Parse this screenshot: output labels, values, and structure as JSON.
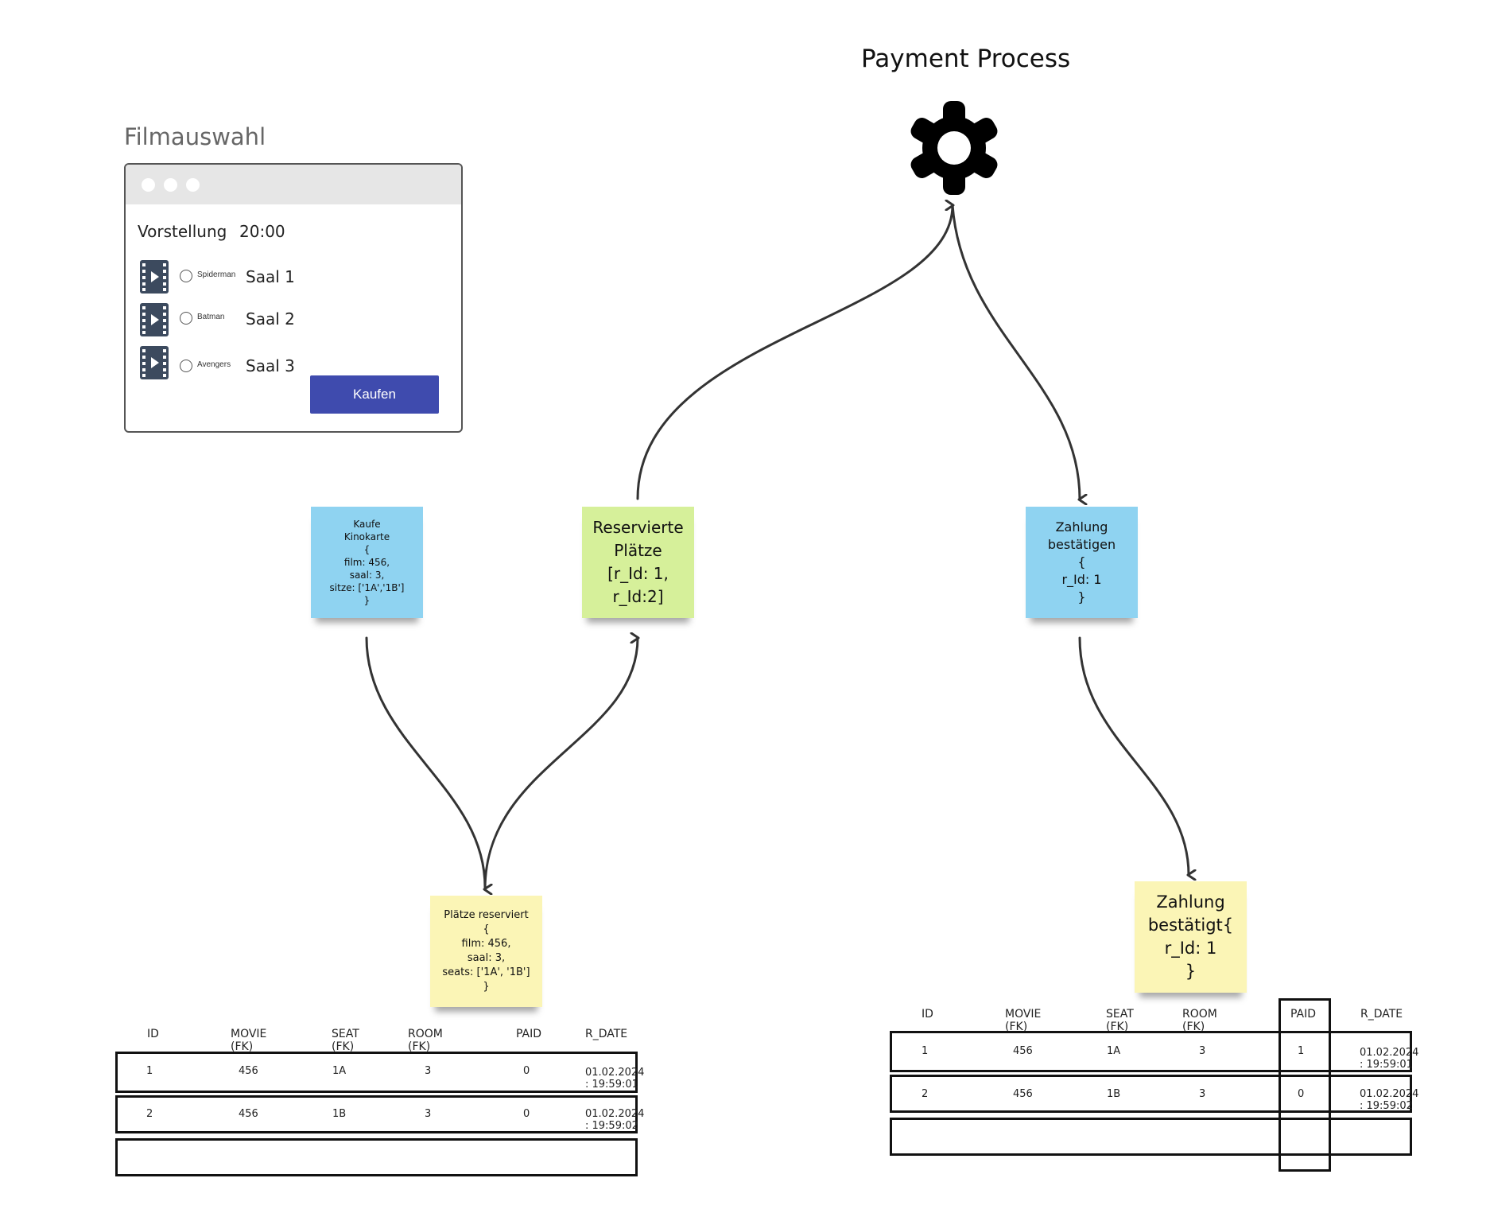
{
  "payment_process": {
    "title": "Payment Process",
    "icon": "gear-icon"
  },
  "frame": {
    "title": "Filmauswahl",
    "vorstellung_label": "Vorstellung",
    "time": "20:00",
    "options": [
      {
        "movie": "Spiderman",
        "saal": "Saal 1"
      },
      {
        "movie": "Batman",
        "saal": "Saal 2"
      },
      {
        "movie": "Avengers",
        "saal": "Saal 3"
      }
    ],
    "buy_button": "Kaufen"
  },
  "notes": {
    "kaufe": "Kaufe\nKinokarte\n{\nfilm: 456,\nsaal: 3,\nsitze: ['1A','1B']\n}",
    "reserviert": "Reservierte\nPlätze\n[r_Id: 1,\nr_Id:2]",
    "zahlung_bestaetigen": "Zahlung\nbestätigen\n{\nr_Id: 1\n}",
    "plaetze_reserviert": "Plätze reserviert\n{\nfilm: 456,\nsaal: 3,\nseats: ['1A', '1B']\n}",
    "zahlung_bestaetigt": "Zahlung\nbestätigt{\nr_Id: 1\n}"
  },
  "tables": {
    "left": {
      "headers": [
        "ID",
        "MOVIE (FK)",
        "SEAT (FK)",
        "ROOM (FK)",
        "PAID",
        "R_DATE"
      ],
      "rows": [
        [
          "1",
          "456",
          "1A",
          "3",
          "0",
          "01.02.2024 : 19:59:01"
        ],
        [
          "2",
          "456",
          "1B",
          "3",
          "0",
          "01.02.2024 : 19:59:02"
        ]
      ]
    },
    "right": {
      "headers": [
        "ID",
        "MOVIE (FK)",
        "SEAT (FK)",
        "ROOM (FK)",
        "PAID",
        "R_DATE"
      ],
      "rows": [
        [
          "1",
          "456",
          "1A",
          "3",
          "1",
          "01.02.2024 : 19:59:01"
        ],
        [
          "2",
          "456",
          "1B",
          "3",
          "0",
          "01.02.2024 : 19:59:02"
        ]
      ]
    }
  }
}
